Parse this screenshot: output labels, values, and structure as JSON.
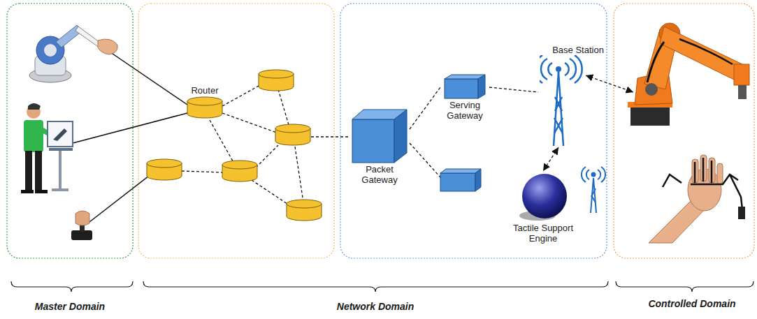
{
  "diagram": {
    "nodes": [
      {
        "text": [
          "Router"
        ]
      },
      {
        "text": [
          "Packet Gateway"
        ]
      },
      {
        "text": [
          "Serving Gateway"
        ]
      },
      {
        "text": [
          "Base Station"
        ]
      },
      {
        "text": [
          "Tactile Support Engine"
        ]
      }
    ],
    "edges": [
      {
        "from": 1,
        "to": 2,
        "arrow": "none"
      },
      {
        "from": 2,
        "to": 3,
        "arrow": "none"
      },
      {
        "from": 3,
        "to": 4,
        "arrow": "both"
      }
    ],
    "labels": [
      "Master Domain",
      "Network Domain",
      "Controlled Domain"
    ]
  }
}
